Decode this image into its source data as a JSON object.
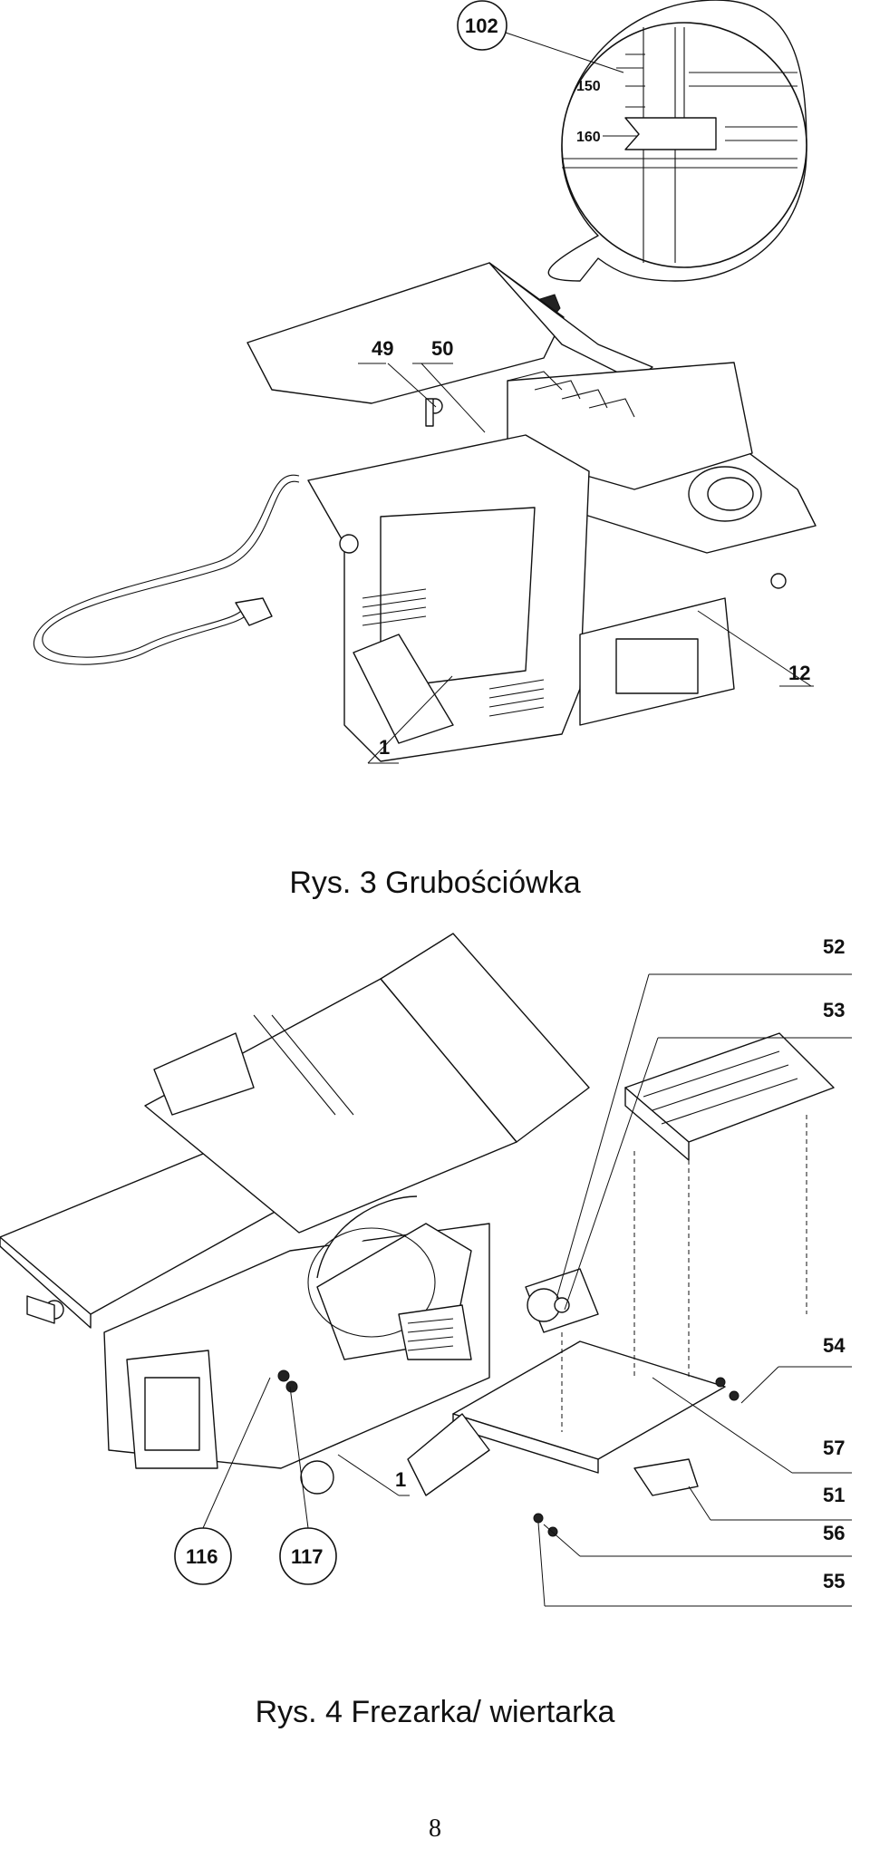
{
  "figure3": {
    "caption": "Rys. 3 Grubościówka",
    "callouts": {
      "c102": "102",
      "c49": "49",
      "c50": "50",
      "c12": "12",
      "c1": "1"
    },
    "scale_marks": {
      "s150": "150",
      "s160": "160"
    }
  },
  "figure4": {
    "caption": "Rys. 4   Frezarka/ wiertarka",
    "callouts": {
      "c52": "52",
      "c53": "53",
      "c54": "54",
      "c57": "57",
      "c51": "51",
      "c56": "56",
      "c55": "55",
      "c1": "1",
      "c116": "116",
      "c117": "117"
    }
  },
  "page_number": "8"
}
